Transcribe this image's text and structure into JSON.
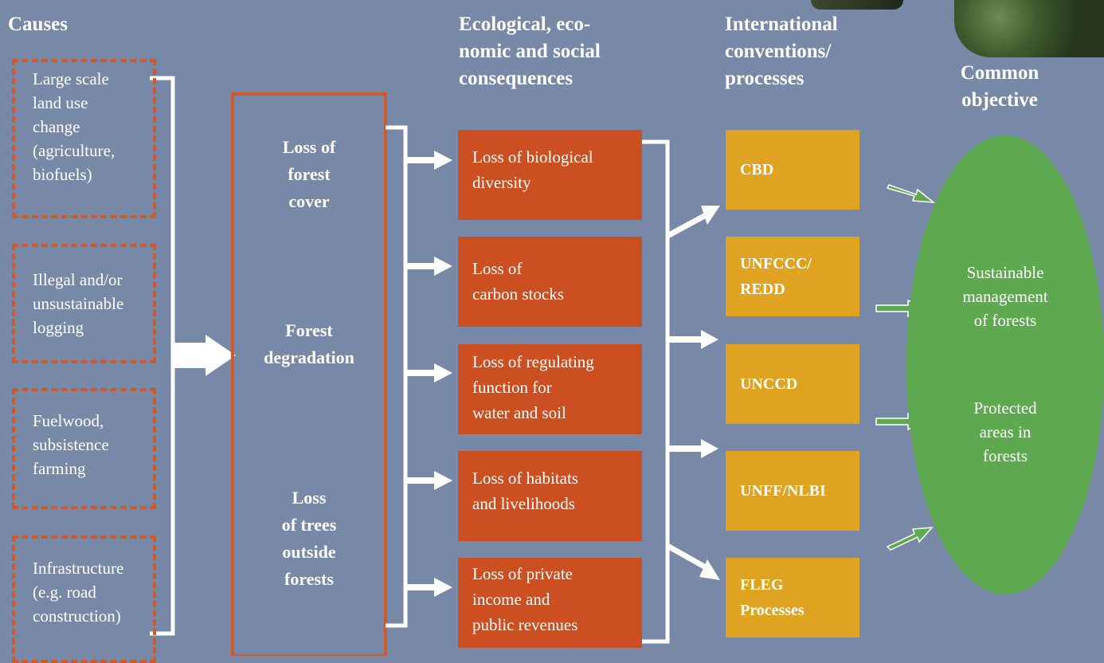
{
  "headers": {
    "causes": "Causes",
    "consequences": "Ecological, eco-\nnomic and social\nconsequences",
    "conventions": "International\nconventions/\nprocesses",
    "objective": "Common\nobjective"
  },
  "causes": [
    "Large scale\nland use\nchange\n(agriculture,\nbiofuels)",
    "Illegal and/or\nunsustainable\nlogging",
    "Fuelwood,\nsubsistence\nfarming",
    "Infrastructure\n(e.g. road\nconstruction)"
  ],
  "effects": [
    "Loss of\nforest\ncover",
    "Forest\ndegradation",
    "Loss\nof trees\noutside\nforests"
  ],
  "consequences": [
    "Loss of biological\ndiversity",
    "Loss of\ncarbon stocks",
    "Loss of regulating\nfunction for\nwater and soil",
    "Loss of habitats\nand livelihoods",
    "Loss of private\nincome and\npublic revenues"
  ],
  "conventions": [
    "CBD",
    "UNFCCC/\nREDD",
    "UNCCD",
    "UNFF/NLBI",
    "FLEG\nProcesses"
  ],
  "objective": {
    "item1": "Sustainable\nmanagement\nof forests",
    "item2": "Protected\nareas in\nforests"
  },
  "colors": {
    "background": "#7889a8",
    "cause_border": "#cc5a2c",
    "consequence_fill": "#cc4f21",
    "convention_fill": "#e0a321",
    "objective_fill": "#5ea84f",
    "arrow": "#ffffff"
  }
}
